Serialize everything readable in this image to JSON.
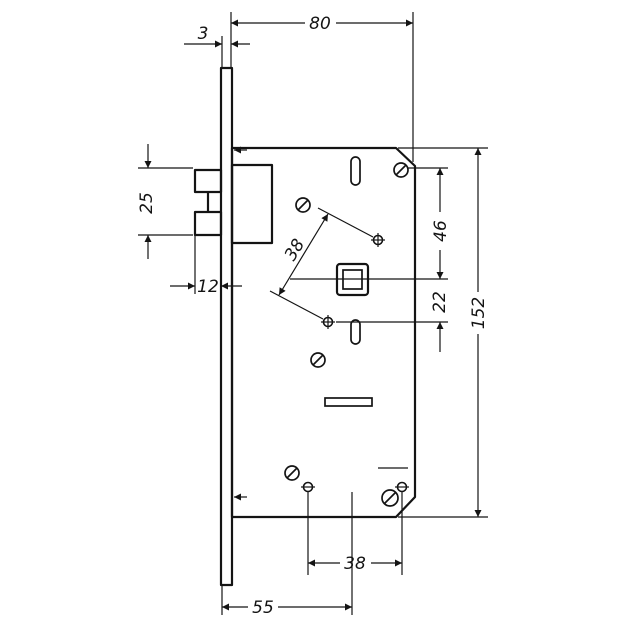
{
  "drawing": {
    "labels": {
      "top_left": "3",
      "top": "80",
      "left": "25",
      "left_bottom": "12",
      "diagonal": "38",
      "right_upper": "46",
      "right_lower": "22",
      "right": "152",
      "bottom_inner": "38",
      "bottom": "55"
    }
  }
}
